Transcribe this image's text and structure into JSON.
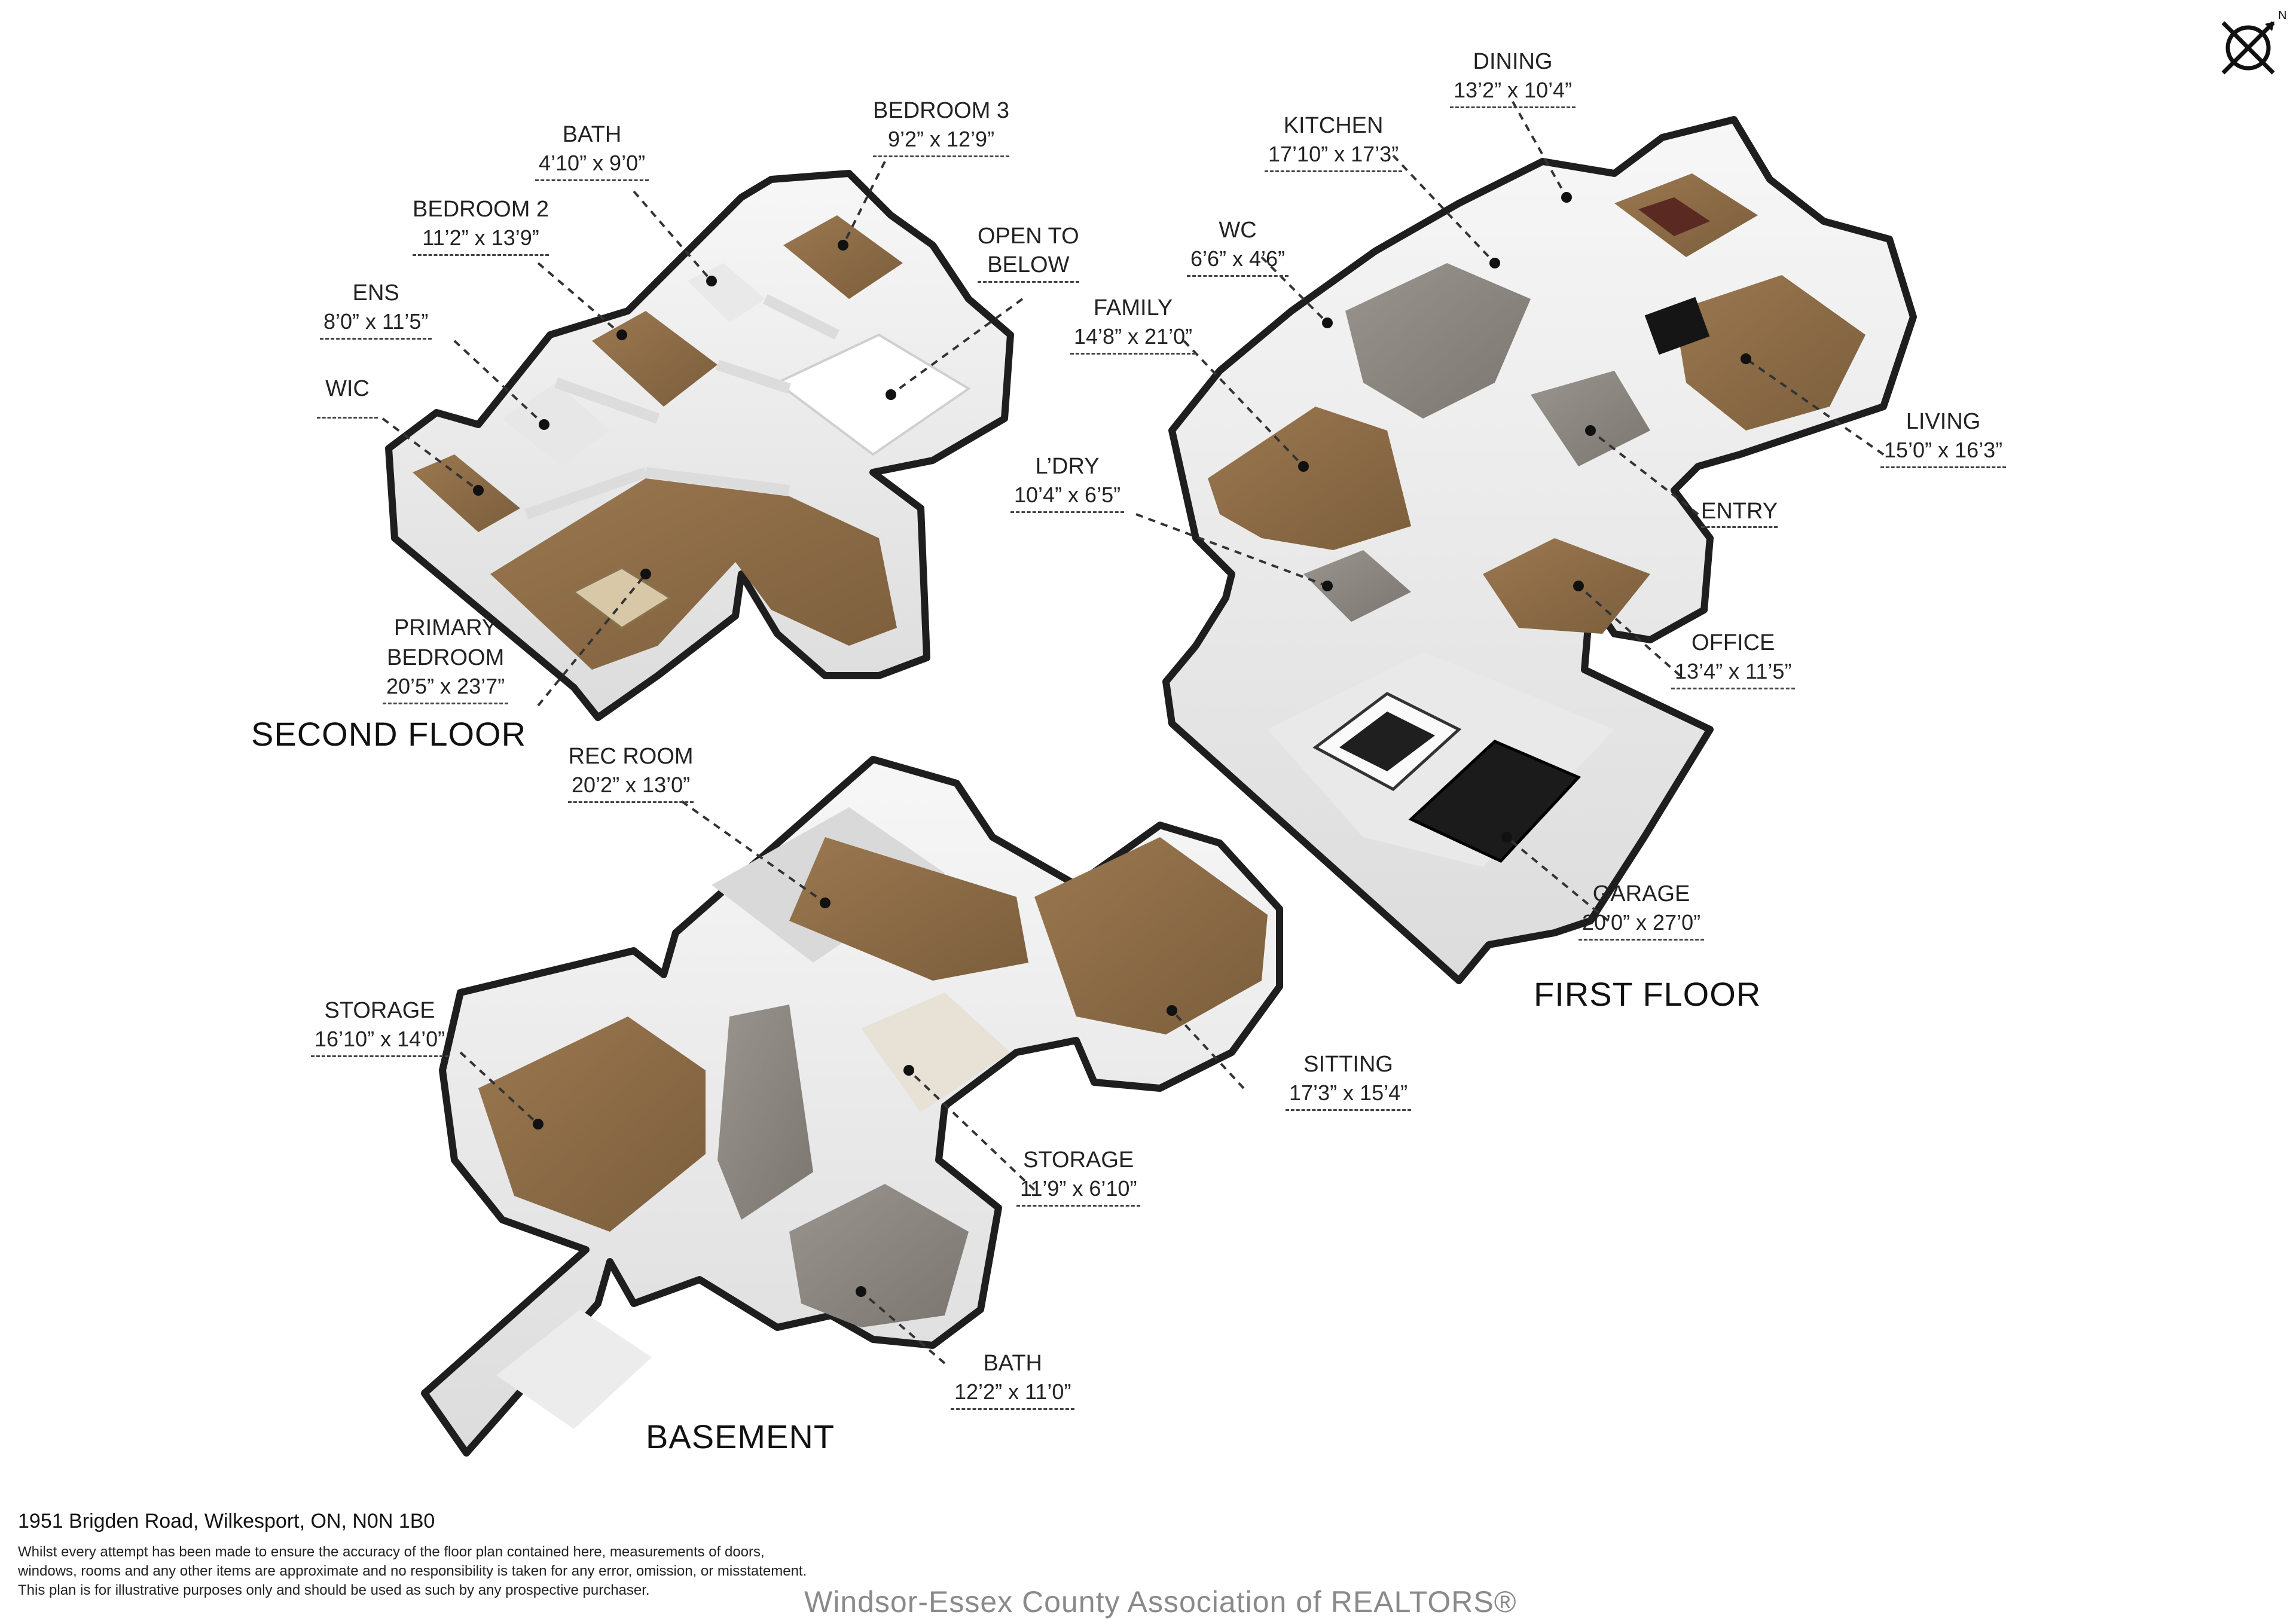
{
  "floors": {
    "second": "SECOND FLOOR",
    "first": "FIRST FLOOR",
    "basement": "BASEMENT"
  },
  "rooms": {
    "wic": {
      "name": "WIC",
      "dims": ""
    },
    "ens": {
      "name": "ENS",
      "dims": "8’0” x 11’5”"
    },
    "bedroom2": {
      "name": "BEDROOM 2",
      "dims": "11’2” x 13’9”"
    },
    "bath2": {
      "name": "BATH",
      "dims": "4’10” x 9’0”"
    },
    "bedroom3": {
      "name": "BEDROOM 3",
      "dims": "9’2” x 12’9”"
    },
    "open_below": {
      "name": "OPEN TO",
      "dims": "BELOW"
    },
    "primary": {
      "name_line1": "PRIMARY",
      "name_line2": "BEDROOM",
      "dims": "20’5” x 23’7”"
    },
    "dining": {
      "name": "DINING",
      "dims": "13’2” x 10’4”"
    },
    "kitchen": {
      "name": "KITCHEN",
      "dims": "17’10” x 17’3”"
    },
    "wc": {
      "name": "WC",
      "dims": "6’6” x 4’6”"
    },
    "family": {
      "name": "FAMILY",
      "dims": "14’8” x 21’0”"
    },
    "laundry": {
      "name": "L’DRY",
      "dims": "10’4” x 6’5”"
    },
    "living": {
      "name": "LIVING",
      "dims": "15’0” x 16’3”"
    },
    "entry": {
      "name": "ENTRY",
      "dims": ""
    },
    "office": {
      "name": "OFFICE",
      "dims": "13’4” x 11’5”"
    },
    "garage": {
      "name": "GARAGE",
      "dims": "20’0” x 27’0”"
    },
    "rec_room": {
      "name": "REC ROOM",
      "dims": "20’2” x 13’0”"
    },
    "storage1": {
      "name": "STORAGE",
      "dims": "16’10” x 14’0”"
    },
    "sitting": {
      "name": "SITTING",
      "dims": "17’3” x 15’4”"
    },
    "storage2": {
      "name": "STORAGE",
      "dims": "11’9” x 6’10”"
    },
    "bath_basement": {
      "name": "BATH",
      "dims": "12’2” x 11’0”"
    }
  },
  "footer": {
    "address": "1951 Brigden Road, Wilkesport, ON, N0N 1B0",
    "disclaimer_lines": [
      "Whilst every attempt has been made to ensure the accuracy of the floor plan contained here, measurements of doors,",
      "windows, rooms and any other items are approximate and no responsibility is taken for any error, omission, or misstatement.",
      "This plan is for illustrative purposes only and should be used as such by any prospective purchaser."
    ],
    "watermark": "Windsor-Essex County Association of REALTORS®"
  },
  "compass": {
    "letter": "N",
    "icon": "north-arrow-icon"
  },
  "colors": {
    "floor_wood": "#8a6a45",
    "floor_grey": "#8c8782",
    "wall": "#f2f2f2",
    "wall_top": "#1e1e1e"
  }
}
